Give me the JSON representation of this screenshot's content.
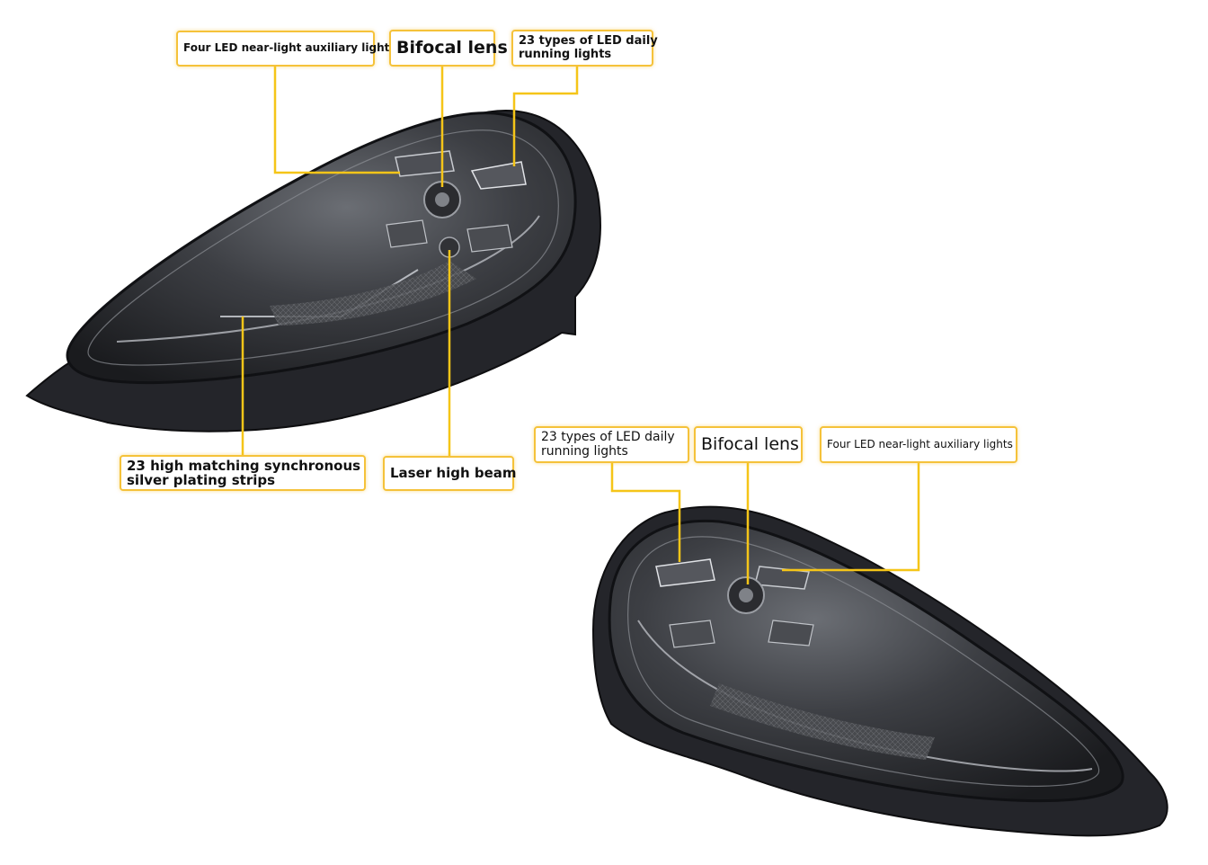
{
  "callouts_top": {
    "four_led": "Four LED near-light auxiliary lights",
    "bifocal": "Bifocal lens",
    "drl_line1": "23 types of LED daily",
    "drl_line2": "running lights",
    "strips_line1": "23 high matching synchronous",
    "strips_line2": "silver plating strips",
    "laser": "Laser high beam"
  },
  "callouts_bottom": {
    "drl_line1": "23 types of LED daily",
    "drl_line2": "running lights",
    "bifocal": "Bifocal lens",
    "four_led": "Four LED near-light auxiliary lights"
  },
  "colors": {
    "callout_border": "#f5c23a",
    "leader_line": "#f5c518",
    "housing": "#1c1d20",
    "lens_tint": "#3a3c40"
  }
}
